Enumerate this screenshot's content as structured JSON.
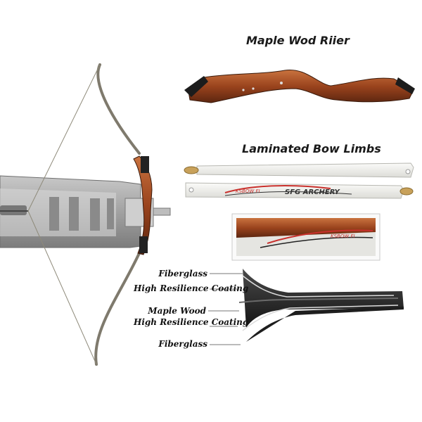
{
  "titles": {
    "riser": "Maple Wod Riier",
    "limbs": "Laminated Bow Limbs"
  },
  "limb_print": {
    "brand": "SFG ARCHERY",
    "model": "KSBOW FI",
    "closeup": "KSBOW FI"
  },
  "layers": {
    "fiberglass_top": "Fiberglass",
    "coating_top": "High Resilience Coating",
    "maple": "Maple Wood",
    "coating_bottom": "High Resilience Coating",
    "fiberglass_bottom": "Fiberglass"
  },
  "colors": {
    "wood_dark": "#6b2e14",
    "wood_mid": "#a04a22",
    "wood_light": "#c9733f",
    "limb_white": "#f1f1ee",
    "accent_red": "#c9302c",
    "metal": "#9a9a9a",
    "laminate_dark": "#2b2b2b"
  },
  "icons": [
    "recurve-bow",
    "bow-press-stand",
    "riser",
    "bow-limb",
    "limb-closeup",
    "laminate-cross-section"
  ]
}
